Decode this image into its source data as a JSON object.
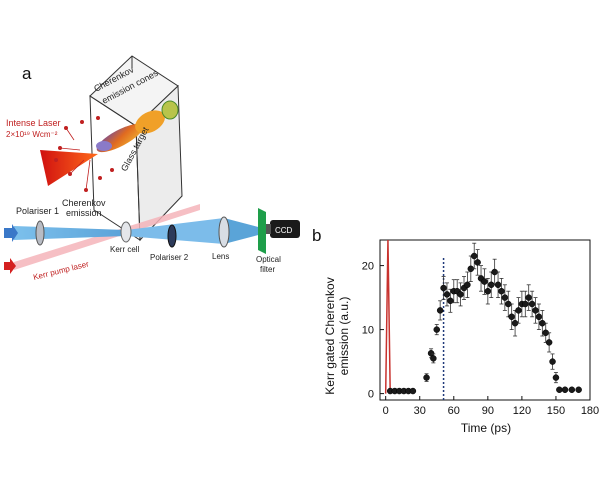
{
  "panel_a": {
    "label": "a",
    "target_labels": {
      "laser_line1": "Intense Laser",
      "laser_line2": "2×10¹⁹ Wcm⁻²",
      "cones_line1": "Cherenkov",
      "cones_line2": "emission cones",
      "glass": "Glass target"
    },
    "setup_labels": {
      "polariser1": "Polariser 1",
      "cherenkov1": "Cherenkov",
      "cherenkov2": "emission",
      "kerr_cell": "Kerr cell",
      "polariser2": "Polariser 2",
      "lens": "Lens",
      "filter1": "Optical",
      "filter2": "filter",
      "ccd": "CCD",
      "pump": "Kerr pump laser"
    },
    "colors": {
      "cherenkov_beam": "#6fb4e2",
      "pump_beam": "#f0a0a8",
      "laser": "#d42020",
      "filter": "#1e9e4a"
    }
  },
  "panel_b": {
    "label": "b",
    "chart_data": {
      "type": "scatter",
      "xlabel": "Time (ps)",
      "ylabel_line1": "Kerr gated Cherenkov",
      "ylabel_line2": "emission (a.u.)",
      "xlim": [
        -5,
        180
      ],
      "ylim": [
        -1,
        24
      ],
      "xticks": [
        0,
        30,
        60,
        90,
        120,
        150,
        180
      ],
      "yticks": [
        0,
        10,
        20
      ],
      "points": [
        {
          "x": 4,
          "y": 0.4
        },
        {
          "x": 8,
          "y": 0.4
        },
        {
          "x": 12,
          "y": 0.4
        },
        {
          "x": 16,
          "y": 0.4
        },
        {
          "x": 20,
          "y": 0.4
        },
        {
          "x": 24,
          "y": 0.4
        },
        {
          "x": 36,
          "y": 2.5,
          "err": 0.6
        },
        {
          "x": 40,
          "y": 6.3,
          "err": 0.7
        },
        {
          "x": 42,
          "y": 5.5,
          "err": 0.7
        },
        {
          "x": 45,
          "y": 10,
          "err": 0.8
        },
        {
          "x": 48,
          "y": 13,
          "err": 1.5
        },
        {
          "x": 51,
          "y": 16.5,
          "err": 1.8
        },
        {
          "x": 54,
          "y": 15.5,
          "err": 1.8
        },
        {
          "x": 57,
          "y": 14.5,
          "err": 1.8
        },
        {
          "x": 60,
          "y": 16,
          "err": 1.8
        },
        {
          "x": 63,
          "y": 16,
          "err": 1.8
        },
        {
          "x": 66,
          "y": 15.5,
          "err": 1.8
        },
        {
          "x": 69,
          "y": 16.5,
          "err": 1.8
        },
        {
          "x": 72,
          "y": 17,
          "err": 2
        },
        {
          "x": 75,
          "y": 19.5,
          "err": 2
        },
        {
          "x": 78,
          "y": 21.5,
          "err": 2
        },
        {
          "x": 81,
          "y": 20.5,
          "err": 2
        },
        {
          "x": 84,
          "y": 18,
          "err": 2
        },
        {
          "x": 87,
          "y": 17.5,
          "err": 2
        },
        {
          "x": 90,
          "y": 16,
          "err": 2
        },
        {
          "x": 93,
          "y": 17,
          "err": 2
        },
        {
          "x": 96,
          "y": 19,
          "err": 2
        },
        {
          "x": 99,
          "y": 17,
          "err": 2
        },
        {
          "x": 102,
          "y": 16,
          "err": 2
        },
        {
          "x": 105,
          "y": 15,
          "err": 2
        },
        {
          "x": 108,
          "y": 14,
          "err": 2
        },
        {
          "x": 111,
          "y": 12,
          "err": 2
        },
        {
          "x": 114,
          "y": 11,
          "err": 2
        },
        {
          "x": 117,
          "y": 13,
          "err": 2
        },
        {
          "x": 120,
          "y": 14,
          "err": 2
        },
        {
          "x": 123,
          "y": 14,
          "err": 2
        },
        {
          "x": 126,
          "y": 15,
          "err": 2
        },
        {
          "x": 129,
          "y": 14,
          "err": 2
        },
        {
          "x": 132,
          "y": 13,
          "err": 2
        },
        {
          "x": 135,
          "y": 12,
          "err": 2
        },
        {
          "x": 138,
          "y": 11,
          "err": 2
        },
        {
          "x": 141,
          "y": 9.5,
          "err": 1.5
        },
        {
          "x": 144,
          "y": 8,
          "err": 1.5
        },
        {
          "x": 147,
          "y": 5,
          "err": 1.2
        },
        {
          "x": 150,
          "y": 2.5,
          "err": 0.8
        },
        {
          "x": 153,
          "y": 0.6
        },
        {
          "x": 158,
          "y": 0.6
        },
        {
          "x": 164,
          "y": 0.6
        },
        {
          "x": 170,
          "y": 0.6
        }
      ],
      "pump_pulse": {
        "x": [
          0,
          2,
          4
        ],
        "y": [
          0,
          24,
          0
        ],
        "color": "#c8322e"
      },
      "gate_line": {
        "x": 51,
        "style": "dotted",
        "color": "#1f3a7a"
      }
    }
  }
}
